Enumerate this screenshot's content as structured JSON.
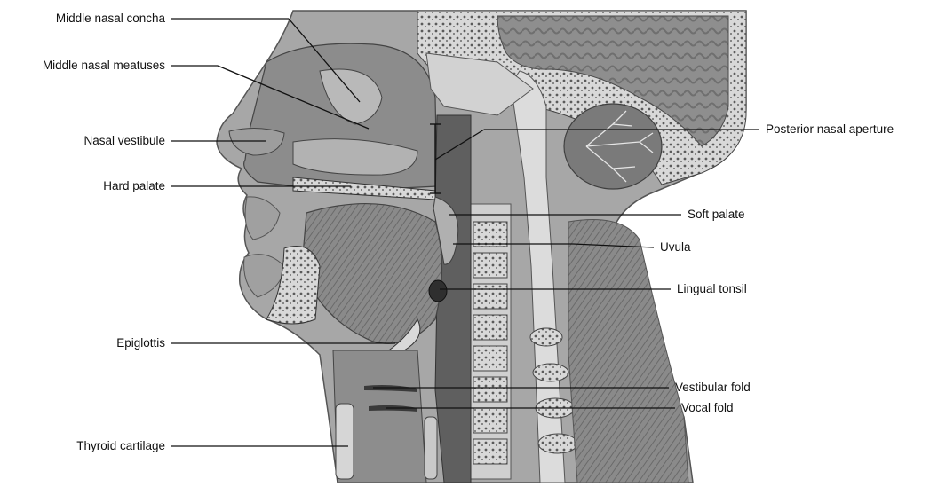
{
  "labels_left": {
    "middle_nasal_concha": "Middle nasal concha",
    "middle_nasal_meatuses": "Middle nasal meatuses",
    "nasal_vestibule": "Nasal vestibule",
    "hard_palate": "Hard palate",
    "epiglottis": "Epiglottis",
    "thyroid_cartilage": "Thyroid cartilage"
  },
  "labels_right": {
    "posterior_nasal_aperture": "Posterior nasal aperture",
    "soft_palate": "Soft palate",
    "uvula": "Uvula",
    "lingual_tonsil": "Lingual tonsil",
    "vestibular_fold": "Vestibular fold",
    "vocal_fold": "Vocal fold"
  },
  "colors": {
    "background": "#ffffff",
    "tissue_dark": "#6e6e6e",
    "tissue_mid": "#9a9a9a",
    "tissue_light": "#c9c9c9",
    "bone": "#e6e6e6",
    "leader": "#111111"
  }
}
